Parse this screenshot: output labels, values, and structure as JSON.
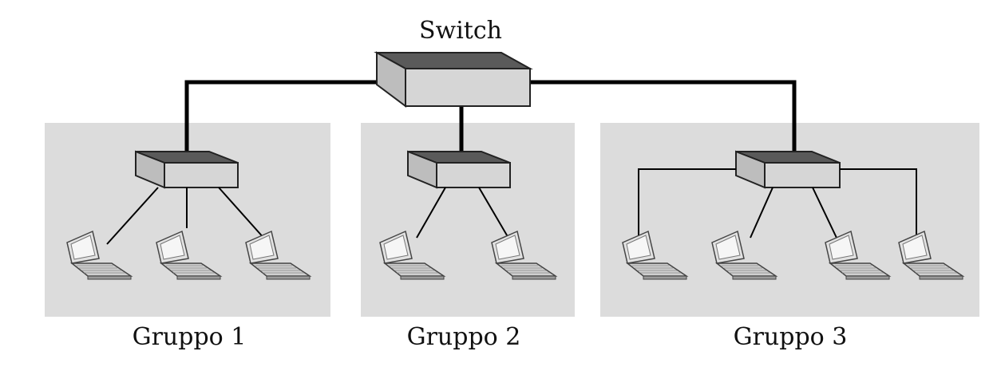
{
  "diagram": {
    "main_switch_label": "Switch",
    "groups": [
      {
        "label": "Gruppo 1",
        "laptops": 3
      },
      {
        "label": "Gruppo 2",
        "laptops": 2
      },
      {
        "label": "Gruppo 3",
        "laptops": 4
      }
    ]
  },
  "colors": {
    "group_background": "#dcdcdc",
    "switch_front": "#d6d6d6",
    "switch_top": "#5a5a5a",
    "link": "#000000"
  },
  "icons": [
    "network-switch-icon",
    "laptop-icon"
  ]
}
